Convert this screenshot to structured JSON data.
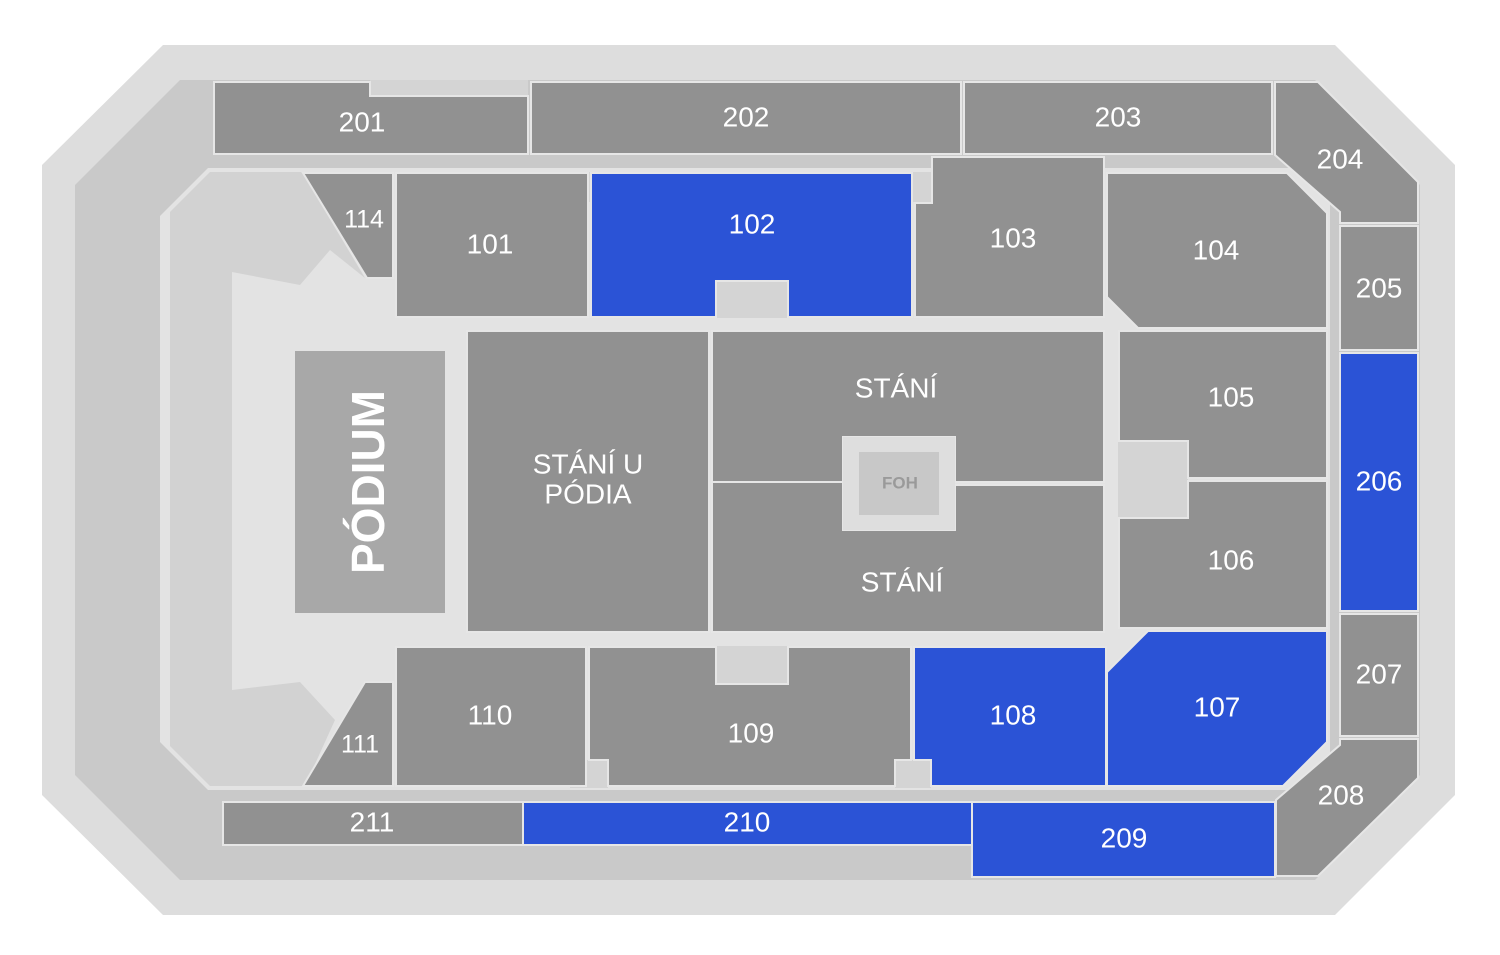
{
  "colors": {
    "available": "#2b53d6",
    "unavailable": "#919191"
  },
  "stage": {
    "label": "PÓDIUM"
  },
  "foh": {
    "label": "FOH"
  },
  "standing": {
    "front": {
      "line1": "STÁNÍ U",
      "line2": "PÓDIA"
    },
    "top": "STÁNÍ",
    "bottom": "STÁNÍ"
  },
  "sections": {
    "s101": {
      "label": "101",
      "status": "unavailable"
    },
    "s102": {
      "label": "102",
      "status": "available"
    },
    "s103": {
      "label": "103",
      "status": "unavailable"
    },
    "s104": {
      "label": "104",
      "status": "unavailable"
    },
    "s105": {
      "label": "105",
      "status": "unavailable"
    },
    "s106": {
      "label": "106",
      "status": "unavailable"
    },
    "s107": {
      "label": "107",
      "status": "available"
    },
    "s108": {
      "label": "108",
      "status": "available"
    },
    "s109": {
      "label": "109",
      "status": "unavailable"
    },
    "s110": {
      "label": "110",
      "status": "unavailable"
    },
    "s111": {
      "label": "111",
      "status": "unavailable"
    },
    "s114": {
      "label": "114",
      "status": "unavailable"
    },
    "s201": {
      "label": "201",
      "status": "unavailable"
    },
    "s202": {
      "label": "202",
      "status": "unavailable"
    },
    "s203": {
      "label": "203",
      "status": "unavailable"
    },
    "s204": {
      "label": "204",
      "status": "unavailable"
    },
    "s205": {
      "label": "205",
      "status": "unavailable"
    },
    "s206": {
      "label": "206",
      "status": "available"
    },
    "s207": {
      "label": "207",
      "status": "unavailable"
    },
    "s208": {
      "label": "208",
      "status": "unavailable"
    },
    "s209": {
      "label": "209",
      "status": "available"
    },
    "s210": {
      "label": "210",
      "status": "available"
    },
    "s211": {
      "label": "211",
      "status": "unavailable"
    }
  }
}
